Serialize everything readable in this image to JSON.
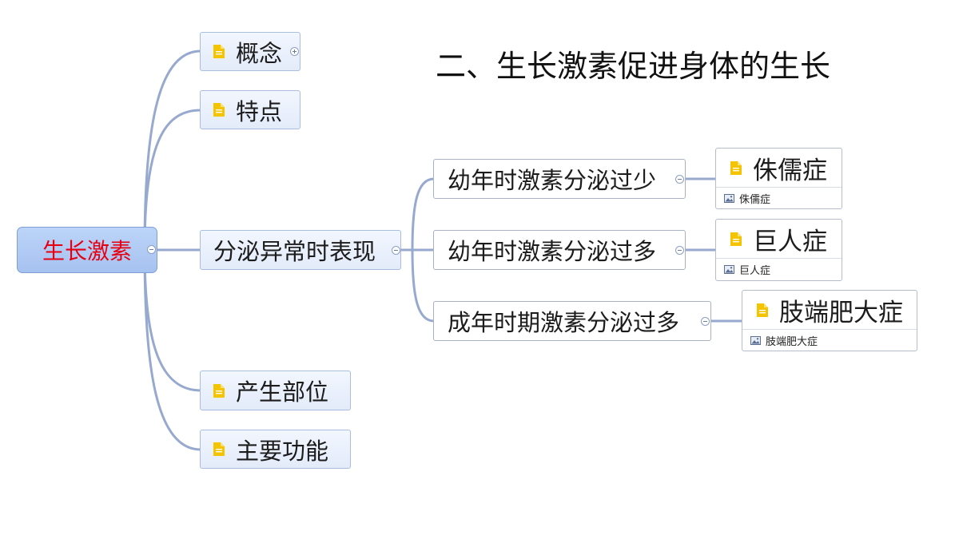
{
  "title": "二、生长激素促进身体的生长",
  "root": {
    "label": "生长激素"
  },
  "children": {
    "concept": "概念",
    "feature": "特点",
    "abnormal": "分泌异常时表现",
    "origin": "产生部位",
    "function": "主要功能"
  },
  "abnormal_branches": [
    {
      "label": "幼年时激素分泌过少",
      "leaf_title": "侏儒症",
      "leaf_image_label": "侏儒症"
    },
    {
      "label": "幼年时激素分泌过多",
      "leaf_title": "巨人症",
      "leaf_image_label": "巨人症"
    },
    {
      "label": "成年时期激素分泌过多",
      "leaf_title": "肢端肥大症",
      "leaf_image_label": "肢端肥大症"
    }
  ],
  "colors": {
    "root_text": "#e60012",
    "connector": "#97a9cf",
    "note_icon": "#f5c400"
  },
  "icons": {
    "note": "note-icon",
    "image": "image-icon",
    "collapse": "collapse-icon",
    "expand": "expand-icon"
  }
}
